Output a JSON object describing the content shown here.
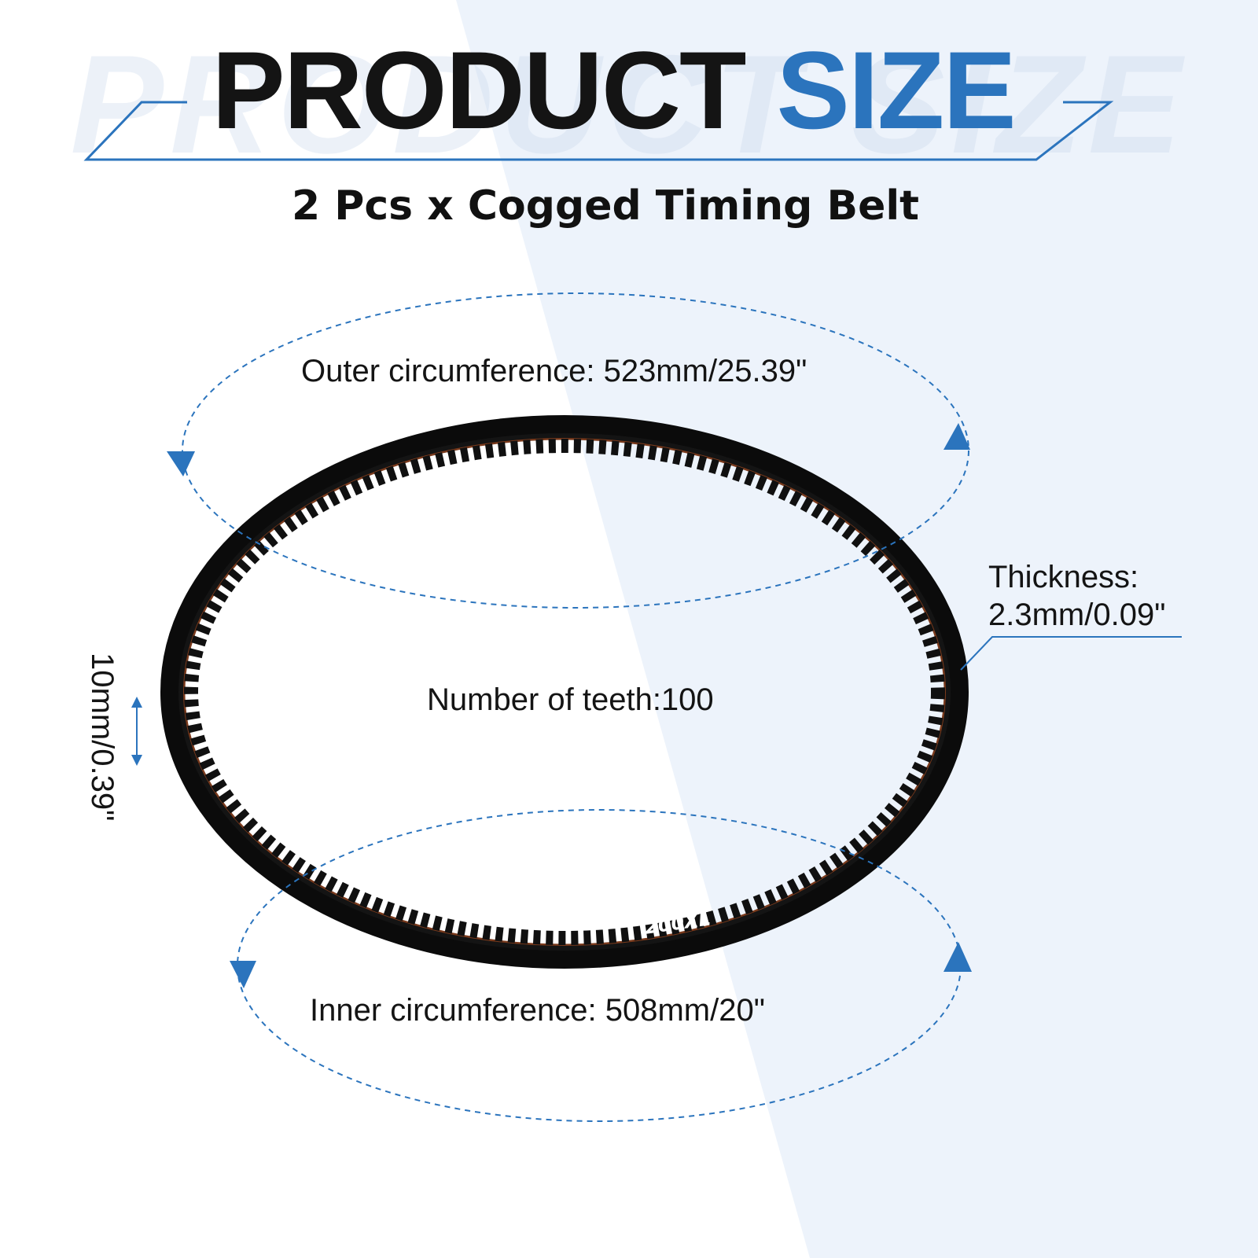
{
  "header": {
    "watermark": "PRODUCT SIZE",
    "title_word1": "PRODUCT",
    "title_word2": "SIZE",
    "subtitle": "2 Pcs x Cogged Timing Belt"
  },
  "dimensions": {
    "outer_circumference": "Outer circumference: 523mm/25.39\"",
    "inner_circumference": "Inner circumference: 508mm/20\"",
    "number_of_teeth": "Number of teeth:100",
    "thickness_line1": "Thickness:",
    "thickness_line2": "2.3mm/0.09\"",
    "width": "10mm/0.39\""
  },
  "product": {
    "belt_marking": "200XL"
  },
  "colors": {
    "accent_blue": "#2b74bd",
    "title_black": "#141414",
    "belt_black": "#0d0d0d",
    "background_tint": "#edf3fb"
  }
}
